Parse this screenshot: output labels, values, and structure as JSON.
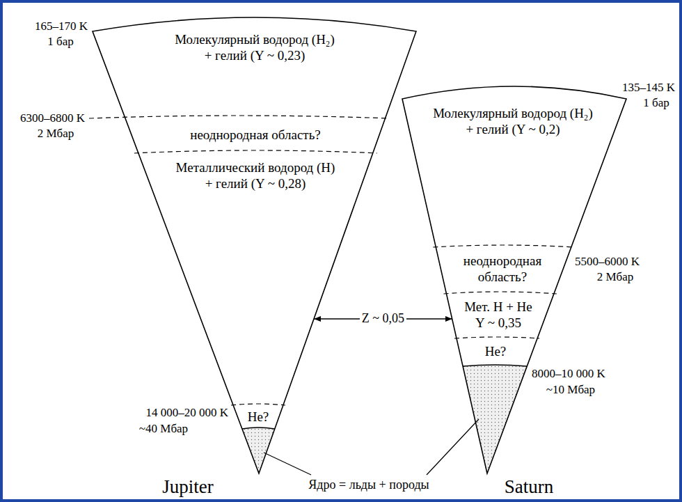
{
  "diagram": {
    "nodes": [
      {
        "text": [
          "Молекулярный водород (H₂) + гелий (Y ~ 0,23)",
          "неоднородная область?",
          "Металлический водород (H) + гелий (Y ~ 0,28)",
          "He?",
          "Jupiter"
        ]
      },
      {
        "text": [
          "Молекулярный водород (H₂) + гелий (Y ~ 0,2)",
          "неоднородная область?",
          "Мет. H + He Y ~ 0,35",
          "He?",
          "Saturn"
        ]
      }
    ],
    "edges": [
      {
        "from": 0,
        "to": 1,
        "arrow": "both",
        "label": "Z ~ 0,05"
      }
    ],
    "labels": [
      "165–170 K",
      "1 бар",
      "6300–6800 K",
      "2 Мбар",
      "14 000–20 000 K",
      "~40 Мбар",
      "135–145 K",
      "1 бар",
      "5500–6000 K",
      "2 Мбар",
      "8000–10 000 K",
      "~10 Мбар",
      "Ядро = льды + породы"
    ]
  }
}
